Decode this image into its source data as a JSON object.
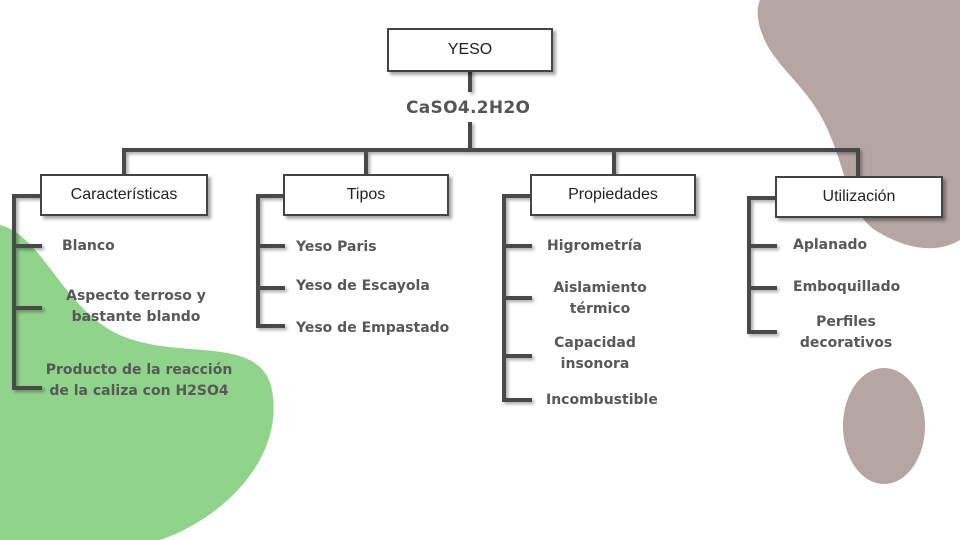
{
  "colors": {
    "line": "#4a4a4a",
    "text": "#585858",
    "blob_green": "#8fd48a",
    "blob_taupe": "#b5a6a4"
  },
  "root": {
    "label": "YESO"
  },
  "formula": "CaSO4.2H2O",
  "categories": [
    {
      "label": "Características",
      "items": [
        "Blanco",
        "Aspecto terroso y bastante blando",
        "Producto de la reacción de la caliza con H2SO4"
      ]
    },
    {
      "label": "Tipos",
      "items": [
        "Yeso Paris",
        "Yeso de Escayola",
        "Yeso de Empastado"
      ]
    },
    {
      "label": "Propiedades",
      "items": [
        "Higrometría",
        "Aislamiento térmico",
        "Capacidad insonora",
        "Incombustible"
      ]
    },
    {
      "label": "Utilización",
      "items": [
        "Aplanado",
        "Emboquillado",
        "Perfiles decorativos"
      ]
    }
  ]
}
